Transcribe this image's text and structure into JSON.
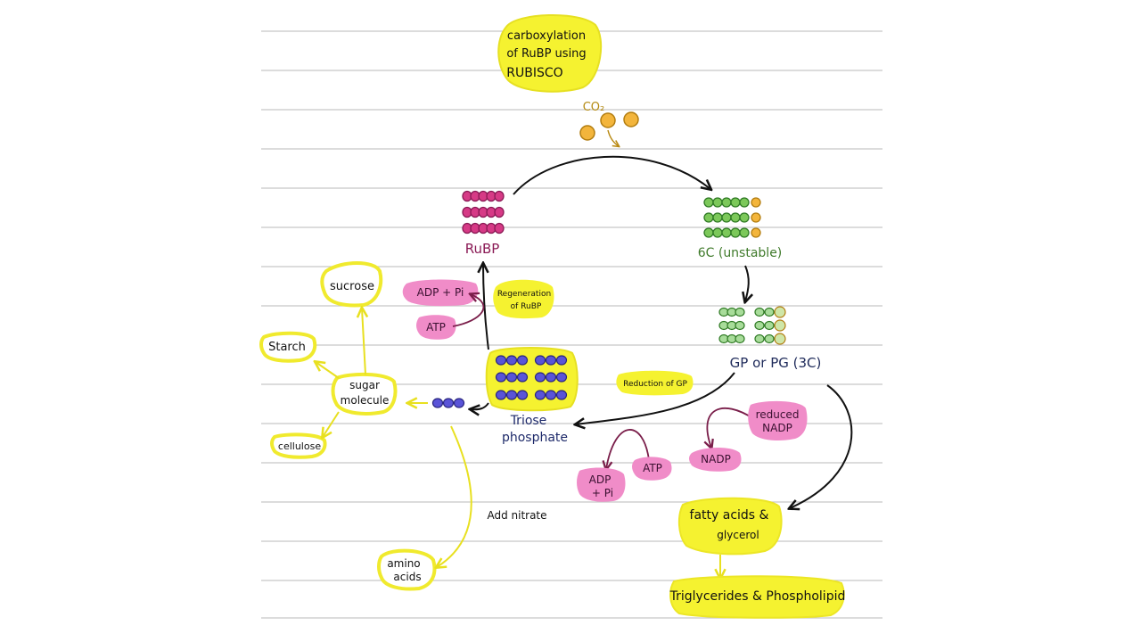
{
  "colors": {
    "highlight": "#f5f230",
    "highlight_stroke": "#e0db1a",
    "pink": "#f08cc8",
    "rubp": "#d63a86",
    "green": "#7cc85a",
    "co2": "#f3b53c",
    "purple": "#5a54d8",
    "paper_line": "#c8c8c8"
  },
  "labels": {
    "carboxylation": [
      "carboxylation",
      "of RuBP using",
      "RUBISCO"
    ],
    "co2": "CO₂",
    "rubp": "RuBP",
    "six_c": "6C (unstable)",
    "gp_pg": "GP or PG (3C)",
    "triose": [
      "Triose",
      "phosphate"
    ],
    "regeneration": [
      "Regeneration",
      "of RuBP"
    ],
    "adp_pi_top": "ADP + Pi",
    "atp_top": "ATP",
    "reduction": "Reduction of GP",
    "adp_pi_bottom": [
      "ADP",
      "+ Pi"
    ],
    "atp_bottom": "ATP",
    "nadp": "NADP",
    "reduced_nadp": [
      "reduced",
      "NADP"
    ],
    "sucrose": "sucrose",
    "starch": "Starch",
    "sugar_molecule": [
      "sugar",
      "molecule"
    ],
    "cellulose": "cellulose",
    "add_nitrate": "Add nitrate",
    "amino_acids": [
      "amino",
      "acids"
    ],
    "fatty_acids": [
      "fatty acids &",
      "glycerol"
    ],
    "triglycerides": "Triglycerides & Phospholipid"
  }
}
